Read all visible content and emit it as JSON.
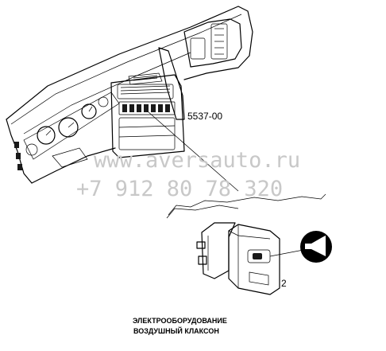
{
  "diagram": {
    "part_code": "5537-00",
    "callout_number": "2",
    "caption_line1": "ЭЛЕКТРООБОРУДОВАНИЕ",
    "caption_line2": "ВОЗДУШНЫЙ КЛАКСОН",
    "horn_symbol_icon": "horn-icon"
  },
  "watermark": {
    "url": "www.aversauto.ru",
    "phone": "+7 912 80 78 320",
    "color": "#c8c8c8"
  }
}
